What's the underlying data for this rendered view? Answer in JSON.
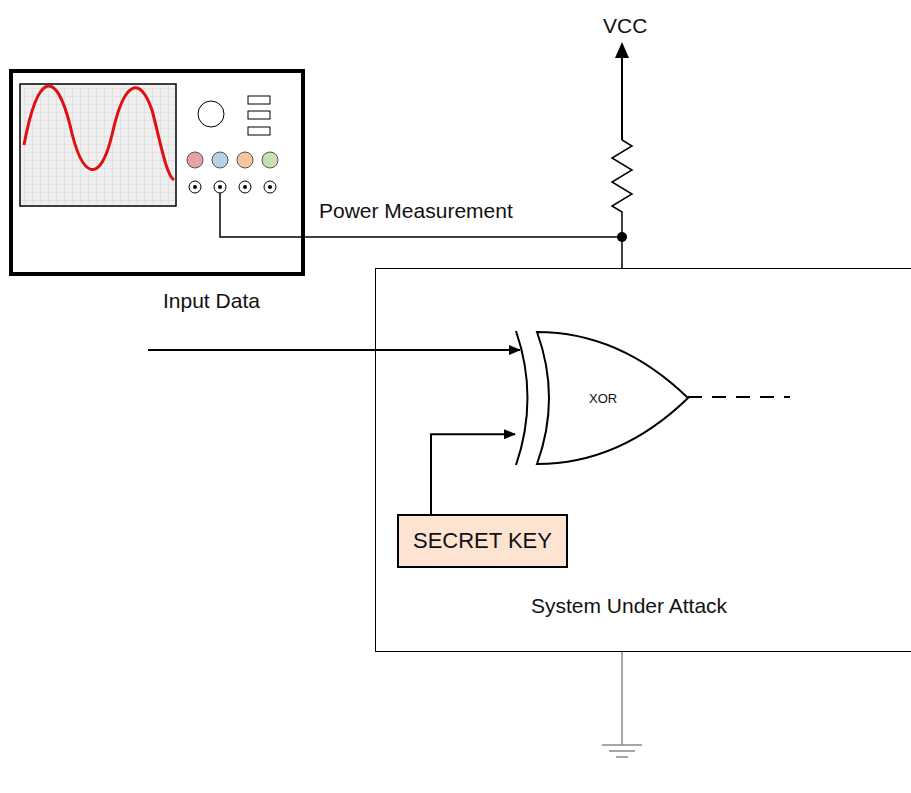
{
  "diagram": {
    "nodes": [
      {
        "text": [
          "System Under Attack"
        ]
      },
      {
        "text": [
          "XOR"
        ],
        "in": 0
      },
      {
        "text": [
          "SECRET KEY"
        ],
        "in": 0
      }
    ],
    "edges": [
      {
        "from": 2,
        "to": 1,
        "arrow": "to"
      }
    ],
    "labels": [
      "VCC",
      "Power Measurement",
      "Input Data"
    ]
  }
}
